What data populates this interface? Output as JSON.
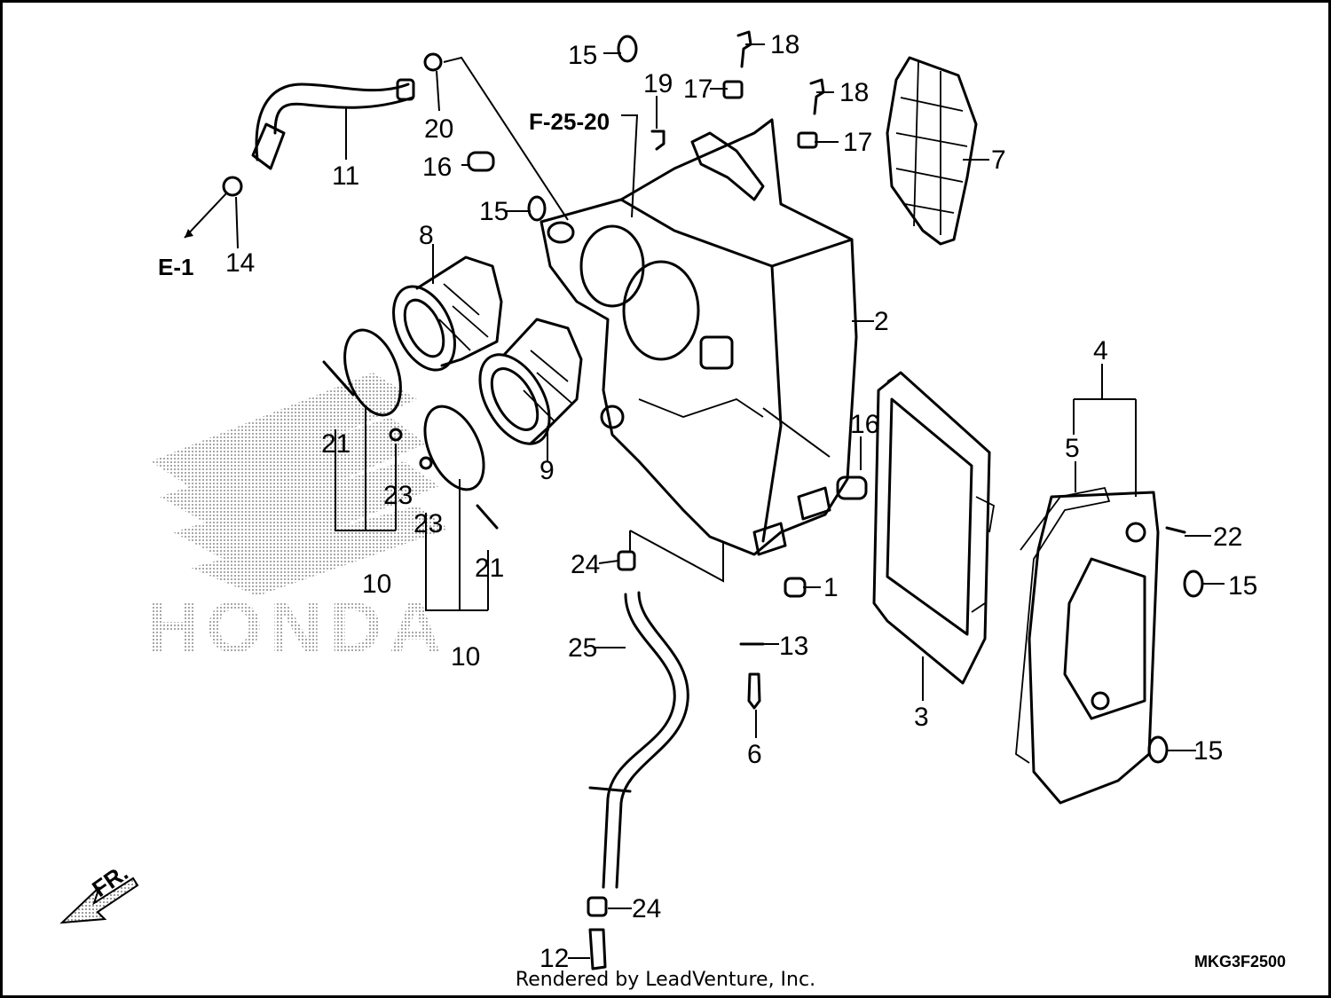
{
  "diagram": {
    "labels": {
      "p1": "1",
      "p2": "2",
      "p3": "3",
      "p4": "4",
      "p5": "5",
      "p6": "6",
      "p7": "7",
      "p8": "8",
      "p9": "9",
      "p10a": "10",
      "p10b": "10",
      "p11": "11",
      "p12": "12",
      "p13": "13",
      "p14": "14",
      "p15a": "15",
      "p15b": "15",
      "p15c": "15",
      "p15d": "15",
      "p16a": "16",
      "p16b": "16",
      "p17a": "17",
      "p17b": "17",
      "p18a": "18",
      "p18b": "18",
      "p19": "19",
      "p20": "20",
      "p21a": "21",
      "p21b": "21",
      "p22": "22",
      "p23a": "23",
      "p23b": "23",
      "p24a": "24",
      "p24b": "24",
      "p25": "25"
    },
    "refs": {
      "e1": "E-1",
      "f2520": "F-25-20",
      "fr": "FR."
    },
    "watermark": "HONDA",
    "diagram_code": "MKG3F2500",
    "credit": "Rendered by LeadVenture, Inc."
  }
}
